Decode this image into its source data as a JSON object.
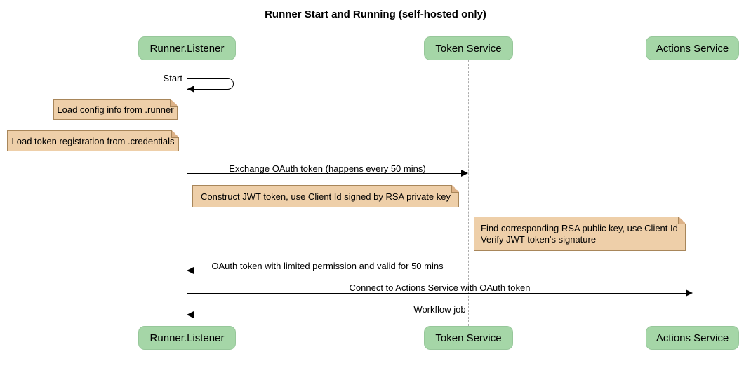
{
  "title": "Runner Start and Running (self-hosted only)",
  "participants": [
    {
      "name": "Runner.Listener"
    },
    {
      "name": "Token Service"
    },
    {
      "name": "Actions Service"
    }
  ],
  "messages": {
    "self_start": "Start",
    "exchange": "Exchange OAuth token (happens every 50 mins)",
    "oauth_return": "OAuth token with limited permission and valid for 50 mins",
    "connect": "Connect to Actions Service with OAuth token",
    "workflow": "Workflow job"
  },
  "notes": {
    "load_config": "Load config info from .runner",
    "load_token": "Load token registration from .credentials",
    "construct_jwt": "Construct JWT token, use Client Id signed by RSA private key",
    "find_rsa_line1": "Find corresponding RSA public key, use Client Id",
    "find_rsa_line2": "Verify JWT token's signature"
  },
  "colors": {
    "participant_fill": "#A5D6A7",
    "note_fill": "#EECFA9",
    "note_border": "#A8865A",
    "lifeline": "#ABABAB",
    "arrow": "#000000"
  }
}
